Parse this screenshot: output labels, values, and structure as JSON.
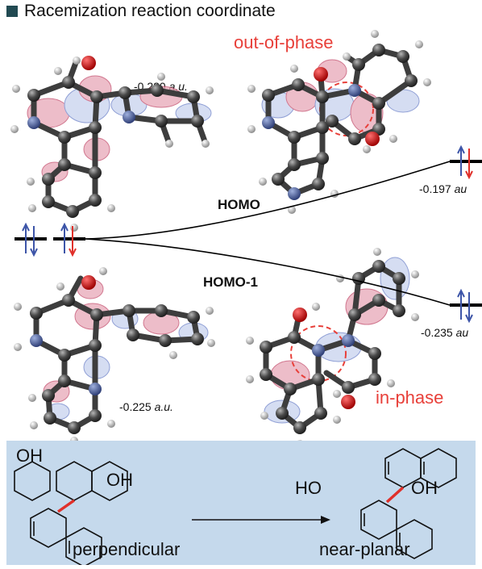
{
  "header": {
    "title": "Racemization reaction coordinate"
  },
  "labels": {
    "out_of_phase": "out-of-phase",
    "in_phase": "in-phase",
    "homo": "HOMO",
    "homo_minus_1": "HOMO-1"
  },
  "energies": {
    "top_left": {
      "value": "-0.220",
      "unit": "a.u."
    },
    "top_right": {
      "value": "-0.197",
      "unit": "au"
    },
    "bottom_left": {
      "value": "-0.225",
      "unit": "a.u."
    },
    "bottom_right": {
      "value": "-0.235",
      "unit": "au"
    }
  },
  "scheme": {
    "left_oh_top": "OH",
    "left_oh_right": "OH",
    "left_caption": "perpendicular",
    "right_oh_left": "HO",
    "right_oh_right": "OH",
    "right_caption": "near-planar"
  },
  "colors": {
    "accent_red": "#e8403a",
    "spin_blue": "#3d55a8",
    "bond_red": "#e0302a",
    "panel_bg": "#c5d9ec",
    "header_square": "#214a52"
  }
}
